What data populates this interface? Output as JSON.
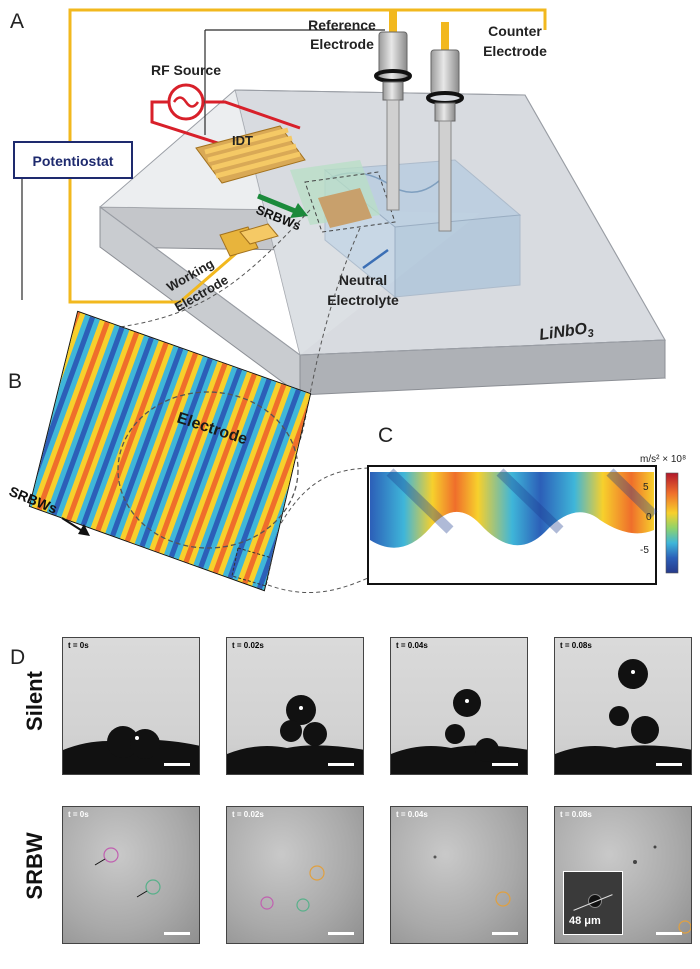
{
  "panels": {
    "a": "A",
    "b": "B",
    "c": "C",
    "d": "D"
  },
  "schematic": {
    "potentiostat": "Potentiostat",
    "rf_source": "RF Source",
    "idt": "IDT",
    "srbws": "SRBWs",
    "reference_electrode": [
      "Reference",
      "Electrode"
    ],
    "counter_electrode": [
      "Counter",
      "Electrode"
    ],
    "working_electrode": [
      "Working",
      "Electrode"
    ],
    "neutral_electrolyte": [
      "Neutral",
      "Electrolyte"
    ],
    "substrate": "LiNbO",
    "substrate_sub": "3"
  },
  "panel_b": {
    "electrode": "Electrode",
    "srbws": "SRBWs"
  },
  "colorbar": {
    "unit": "m/s² × 10⁸",
    "ticks": [
      "5",
      "0",
      "-5"
    ],
    "colors": [
      "#b2182b",
      "#ef6e2b",
      "#f7d02c",
      "#8fd36b",
      "#3fb6d9",
      "#2c5fb8",
      "#263a8a"
    ]
  },
  "panel_d": {
    "rows": [
      "Silent",
      "SRBW"
    ],
    "times": [
      "t = 0s",
      "t = 0.02s",
      "t = 0.04s",
      "t = 0.08s"
    ],
    "inset_label": "48 μm"
  }
}
